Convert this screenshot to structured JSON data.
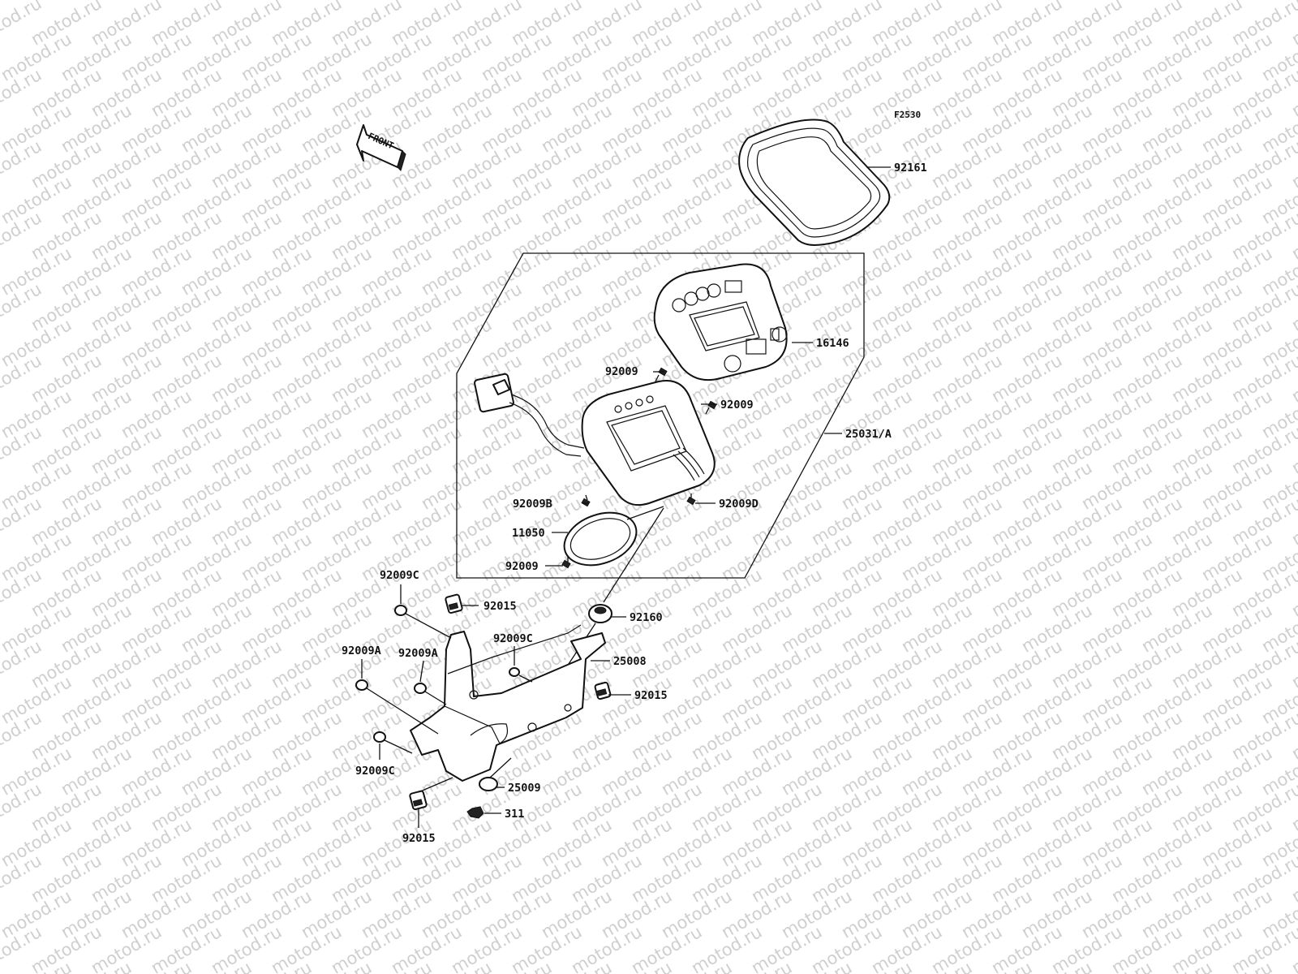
{
  "figure_code": "F2530",
  "front_label": "FRONT",
  "watermark_text": "motod.ru",
  "parts": {
    "lens_frame": "92161",
    "meter_cover": "16146",
    "meter_assembly": "25031/A",
    "screw_top": "92009",
    "screw_right": "92009",
    "screw_b": "92009B",
    "screw_d": "92009D",
    "gasket": "11050",
    "screw_low": "92009",
    "bolt_c_top": "92009C",
    "nut_clip_top": "92015",
    "damper": "92160",
    "bolt_c_mid": "92009C",
    "bracket": "25008",
    "bolt_a_left": "92009A",
    "bolt_a_mid": "92009A",
    "nut_clip_right": "92015",
    "bolt_c_low": "92009C",
    "washer": "25009",
    "nut_clip_bottom": "92015",
    "nut": "311"
  }
}
